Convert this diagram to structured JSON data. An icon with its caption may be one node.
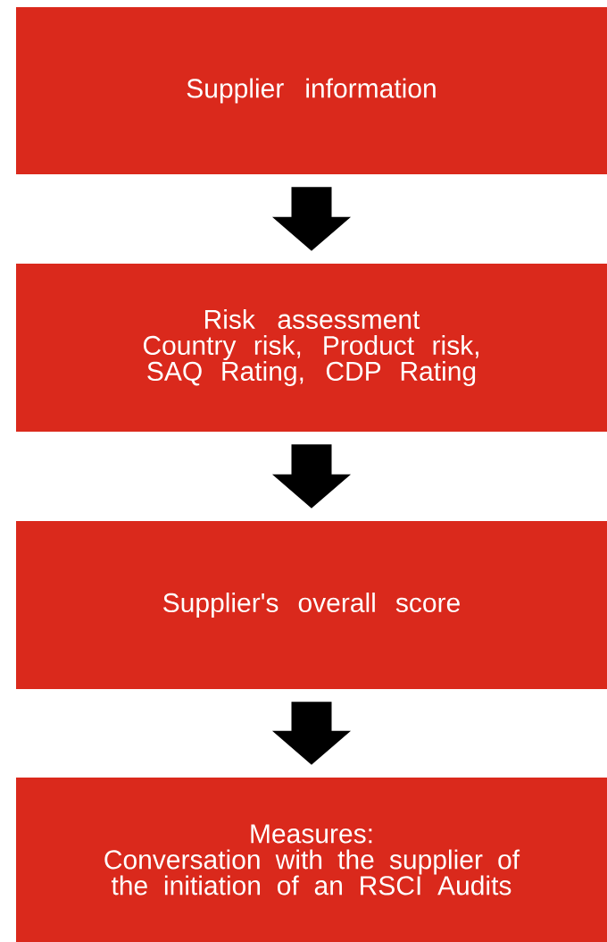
{
  "diagram": {
    "nodes": [
      {
        "text": [
          "Supplier information"
        ]
      },
      {
        "text": [
          "Risk assessment",
          "Country risk, Product risk, SAQ Rating, CDP Rating"
        ]
      },
      {
        "text": [
          "Supplier's overall score"
        ]
      },
      {
        "text": [
          "Measures:",
          "Conversation with the supplier of the initiation of an RSCI Audits"
        ]
      }
    ],
    "edges": [
      {
        "from": 0,
        "to": 1,
        "arrow": "to"
      },
      {
        "from": 1,
        "to": 2,
        "arrow": "to"
      },
      {
        "from": 2,
        "to": 3,
        "arrow": "to"
      }
    ]
  }
}
